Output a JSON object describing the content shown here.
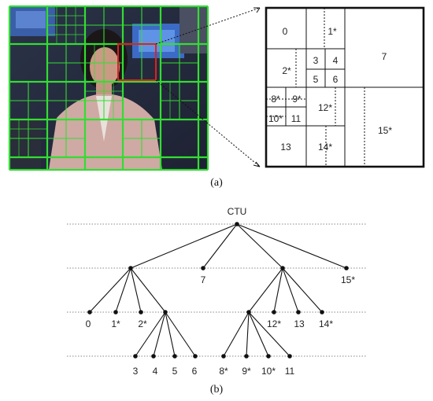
{
  "caption_a": "(a)",
  "caption_b": "(b)",
  "root_label": "CTU",
  "blocks": {
    "b0": "0",
    "b1": "1*",
    "b2": "2*",
    "b3": "3",
    "b4": "4",
    "b5": "5",
    "b6": "6",
    "b7": "7",
    "b8": "8*",
    "b9": "9*",
    "b10": "10*",
    "b11": "11",
    "b12": "12*",
    "b13": "13",
    "b14": "14*",
    "b15": "15*"
  },
  "tree": {
    "level1": {
      "7": "7",
      "15": "15*"
    },
    "level2": {
      "0": "0",
      "1": "1*",
      "2": "2*",
      "12": "12*",
      "13": "13",
      "14": "14*"
    },
    "level3": {
      "3": "3",
      "4": "4",
      "5": "5",
      "6": "6",
      "8": "8*",
      "9": "9*",
      "10": "10*",
      "11": "11"
    }
  },
  "colors": {
    "grid_green": "#33dd33",
    "highlight_red": "#dd2222",
    "line": "#111111"
  }
}
